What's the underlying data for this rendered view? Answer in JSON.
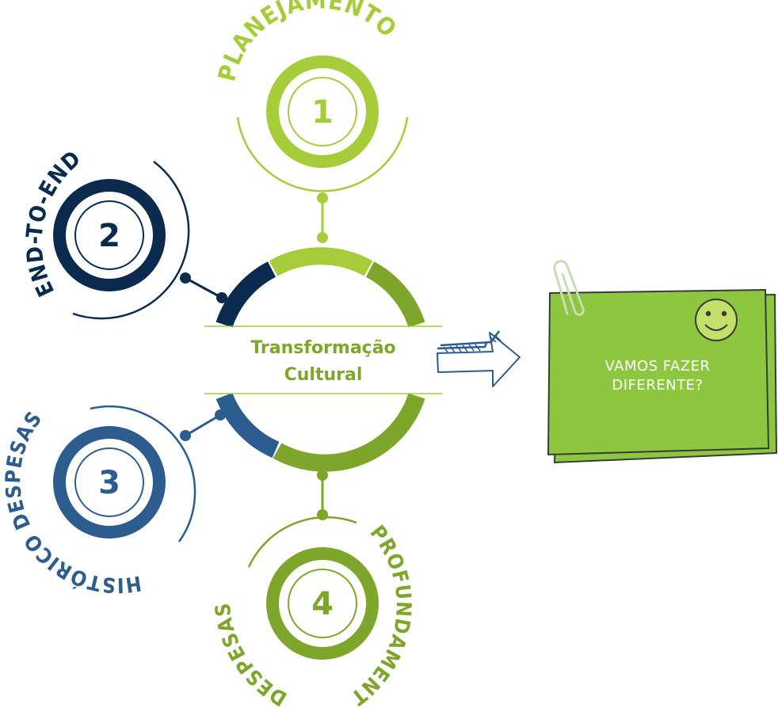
{
  "center": {
    "line1": "Transformação",
    "line2": "Cultural"
  },
  "steps": [
    {
      "number": "1",
      "label": "PLANEJAMENTO",
      "color": "#a6cc3a"
    },
    {
      "number": "2",
      "label": "END-TO-END",
      "color": "#0b2b4e"
    },
    {
      "number": "3",
      "label": "HISTÓRICO DESPESAS",
      "color": "#2d5d8f"
    },
    {
      "number": "4",
      "label_a": "APROFUNDAMENTO",
      "label_b": "DESPESAS",
      "color": "#7ea62a"
    }
  ],
  "note": {
    "line1": "VAMOS FAZER",
    "line2": "DIFERENTE?",
    "color": "#8dc63f"
  },
  "colors": {
    "light_green": "#a6cc3a",
    "mid_green": "#7ea62a",
    "navy": "#0b2b4e",
    "blue": "#2d5d8f",
    "center_text": "#7ea62a",
    "arrow": "#2d5d8f"
  }
}
